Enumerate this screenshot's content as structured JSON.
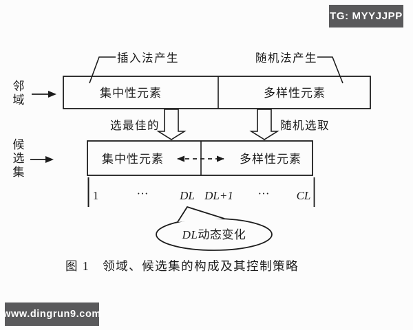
{
  "badges": {
    "top_right": "TG: MYYJJPP",
    "bottom_left": "www.dingrun9.com"
  },
  "diagram": {
    "generator_labels": {
      "left": "插入法产生",
      "right": "随机法产生"
    },
    "row_labels": {
      "neighborhood": "邻域",
      "candidate_set": "候选集"
    },
    "neighborhood_box": {
      "left_cell": "集中性元素",
      "right_cell": "多样性元素"
    },
    "selection_labels": {
      "left": "选最佳的",
      "right": "随机选取"
    },
    "candidate_box": {
      "left_cell": "集中性元素",
      "right_cell": "多样性元素"
    },
    "index_row": {
      "items": [
        "1",
        "···",
        "DL",
        "DL+1",
        "···",
        "CL"
      ]
    },
    "callout": {
      "prefix": "DL",
      "suffix": "动态变化"
    },
    "caption": "图 1　领域、候选集的构成及其控制策略"
  },
  "colors": {
    "ink": "#1c1c1c",
    "paper": "#fcfcfc",
    "badge_background": "#59595b",
    "badge_text": "#ffffff"
  }
}
